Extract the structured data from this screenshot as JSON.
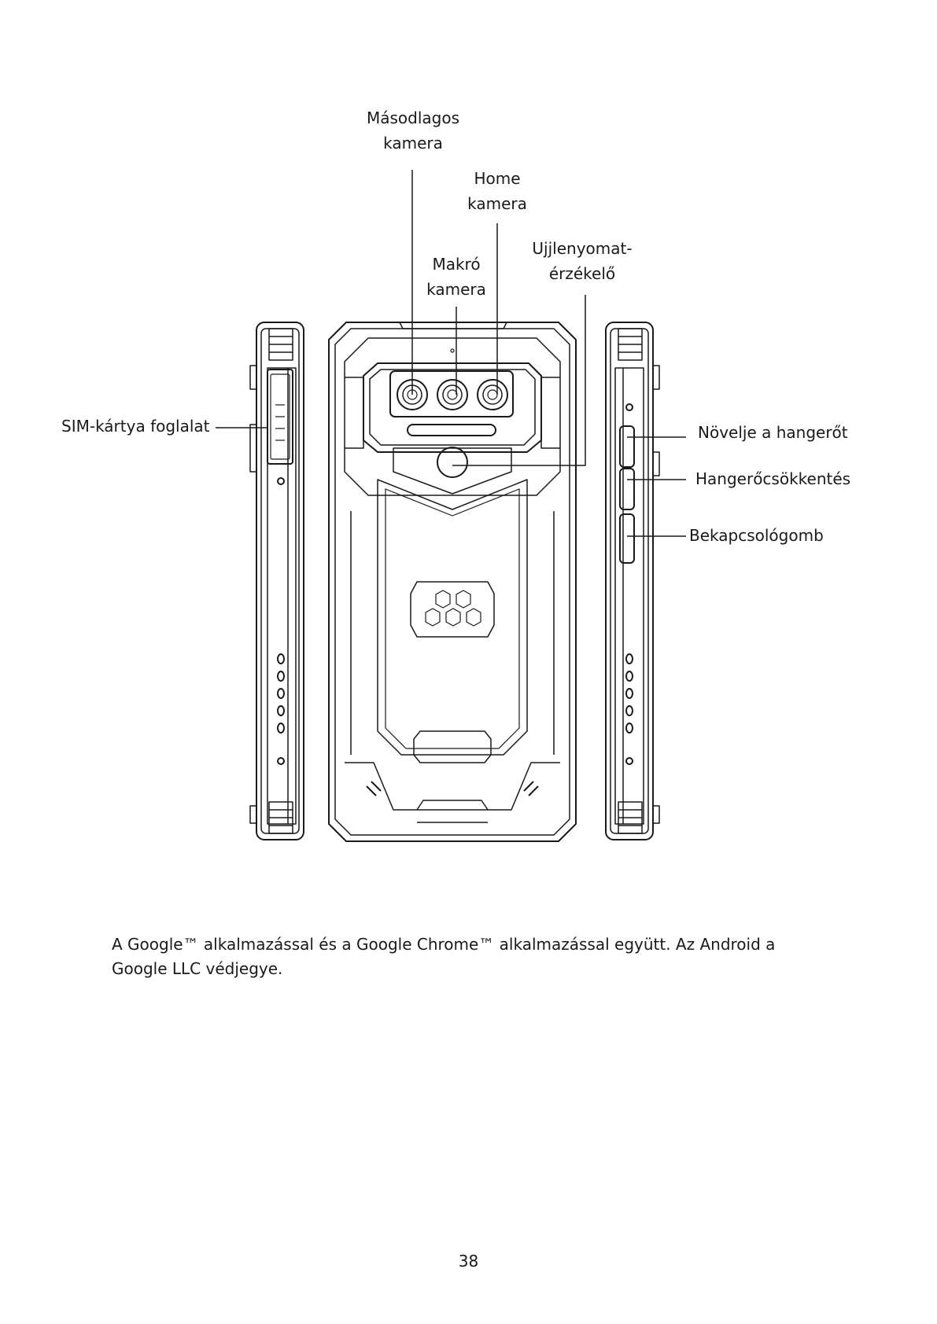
{
  "callouts": {
    "secondary_camera": [
      "Másodlagos",
      "kamera"
    ],
    "home_camera": [
      "Home",
      "kamera"
    ],
    "macro_camera": [
      "Makró",
      "kamera"
    ],
    "fingerprint": [
      "Ujjlenyomat-",
      "érzékelő"
    ],
    "sim_slot": "SIM-kártya foglalat",
    "volume_up": "Növelje a hangerőt",
    "volume_down": "Hangerőcsökkentés",
    "power_button": "Bekapcsológomb"
  },
  "footnote": "A Google™ alkalmazással és a Google Chrome™ alkalmazással együtt.  Az Android a Google LLC védjegye.",
  "page_number": "38"
}
